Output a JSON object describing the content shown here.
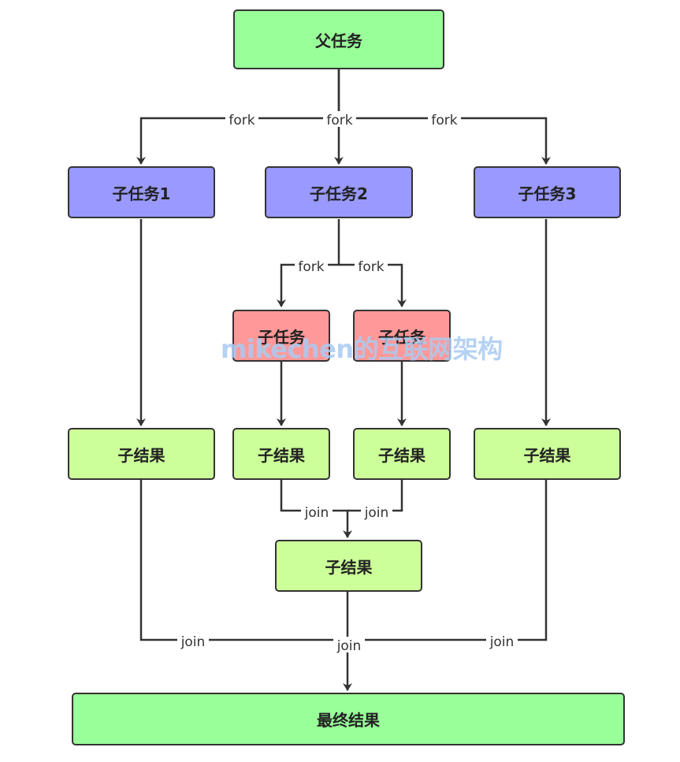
{
  "nodes": {
    "parent": "父任务",
    "sub1": "子任务1",
    "sub2": "子任务2",
    "sub3": "子任务3",
    "subsub_left": "子任务",
    "subsub_right": "子任务",
    "result1": "子结果",
    "result_left": "子结果",
    "result_right": "子结果",
    "result3": "子结果",
    "result_merged": "子结果",
    "final": "最终结果"
  },
  "edge_labels": {
    "fork": "fork",
    "join": "join"
  },
  "watermark": "mikechen的互联网架构",
  "colors": {
    "parent_fill": "#99ff99",
    "subtask_fill": "#9999ff",
    "subsub_fill": "#ff9999",
    "result_fill": "#ccff99",
    "border": "#333333"
  }
}
